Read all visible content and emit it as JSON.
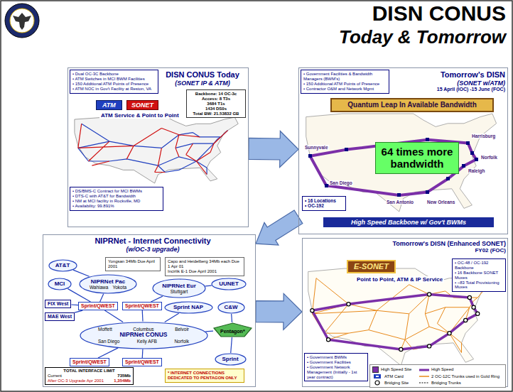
{
  "diagram": {
    "title": "DISN CONUS",
    "nodes": [
      {
        "text": [
          "DISN CONUS Today",
          "(SONET IP & ATM)"
        ]
      },
      {
        "text": [
          "• Dual OC-3C Backbone",
          "• ATM Switches in MCI BWM Facilities",
          "• 150 Additional ATM Points of Presence",
          "• ATM NOC in Gov't Facility at Reston, VA"
        ],
        "in": 0
      },
      {
        "text": [
          "ATM"
        ],
        "in": 0
      },
      {
        "text": [
          "SONET"
        ],
        "in": 0
      },
      {
        "text": [
          "Backbone: 14 OC-3c",
          "Access: 8 T3s",
          "3684 T1s",
          "1434 DS0s",
          "Total BW: 21.53832 GB"
        ],
        "in": 0
      },
      {
        "text": [
          "• DS/BMS-C Contract for MCI BWMs",
          "• DTS-C with AT&T for Bandwidth",
          "• NM at MCI facility in Rockville, MD",
          "• Availability: 99.891%"
        ],
        "in": 0
      },
      {
        "text": [
          "Tomorrow's DISN",
          "(SONET w/ATM)",
          "15 April (IOC) -15 June (FOC)"
        ]
      },
      {
        "text": [
          "• Government Facilities & Bandwidth Managers (BWM's)",
          "• 150 Additional ATM Points of Presence",
          "• Contractor O&M and Network Mgmt"
        ],
        "in": 6
      },
      {
        "text": [
          "Quantum Leap In Available Bandwidth"
        ],
        "in": 6
      },
      {
        "text": [
          "64 times more bandwidth"
        ],
        "in": 6
      },
      {
        "text": [
          "• 16 Locations",
          "• OC-192"
        ],
        "in": 6
      },
      {
        "text": [
          "High Speed Backbone w/ Gov't BWMs"
        ],
        "in": 6
      },
      {
        "text": [
          "NIPRNet - Internet Connectivity",
          "(w/OC-3 upgrade)"
        ]
      },
      {
        "text": [
          "AT&T"
        ],
        "in": 12
      },
      {
        "text": [
          "UUNET"
        ],
        "in": 12
      },
      {
        "text": [
          "NIPRNet Pac",
          "Wahiawa",
          "Yokota"
        ],
        "in": 12
      },
      {
        "text": [
          "NIPRNet Eur",
          "Stuttgart"
        ],
        "in": 12
      },
      {
        "text": [
          "MCI"
        ],
        "in": 12
      },
      {
        "text": [
          "FIX West"
        ],
        "in": 12
      },
      {
        "text": [
          "MAE West"
        ],
        "in": 12
      },
      {
        "text": [
          "Sprint/QWEST"
        ],
        "in": 12
      },
      {
        "text": [
          "Sprint/QWEST"
        ],
        "in": 12
      },
      {
        "text": [
          "Sprint NAP"
        ],
        "in": 12
      },
      {
        "text": [
          "C&W"
        ],
        "in": 12
      },
      {
        "text": [
          "Moffett",
          "Columbus",
          "Belvoir",
          "NIPRNet CONUS",
          "San Diego",
          "Kelly AFB",
          "Norfolk"
        ],
        "in": 12
      },
      {
        "text": [
          "Pentagon*"
        ],
        "in": 12
      },
      {
        "text": [
          "Sprint/QWEST"
        ],
        "in": 12
      },
      {
        "text": [
          "Sprint/QWEST"
        ],
        "in": 12
      },
      {
        "text": [
          "Sprint"
        ],
        "in": 12
      },
      {
        "text": [
          "TOTAL INTERFACE LIMIT",
          "Current",
          "735Mb",
          "After OC-3 Upgrade Apr 2001",
          "1,354Mb"
        ],
        "in": 12
      },
      {
        "text": [
          "Yongsan 34Mb Due April 2001"
        ],
        "in": 12
      },
      {
        "text": [
          "Capo and Heidelberg 34Mb each Due 1 Apr 01",
          "Incirlik E-1 Due April 2001"
        ],
        "in": 12
      },
      {
        "text": [
          "* INTERNET CONNECTIONS DEDICATED TO PENTAGON ONLY"
        ],
        "in": 12
      },
      {
        "text": [
          "Tomorrow's DISN (Enhanced SONET)",
          "FY02 (FOC)"
        ]
      },
      {
        "text": [
          "E-SONET"
        ],
        "in": 33
      },
      {
        "text": [
          "• OC-48 / OC-192 Backbone",
          "• 16 Backbone SONET Muxes",
          "• ~83 Total Provisioning Muxes"
        ],
        "in": 33
      },
      {
        "text": [
          "• Government BWMs",
          "• Government Facilities",
          "• Government Network Management (Initially - 1st year contract)"
        ],
        "in": 33
      }
    ],
    "edges": [
      {
        "from": 0,
        "to": 6,
        "arrow": "to"
      },
      {
        "from": 6,
        "to": 12,
        "arrow": "to"
      },
      {
        "from": 12,
        "to": 33,
        "arrow": "to"
      },
      {
        "from": 13,
        "to": 15,
        "arrow": "none"
      },
      {
        "from": 14,
        "to": 16,
        "arrow": "none"
      },
      {
        "from": 15,
        "to": 20,
        "arrow": "none"
      },
      {
        "from": 16,
        "to": 21,
        "arrow": "none"
      },
      {
        "from": 17,
        "to": 20,
        "arrow": "none"
      },
      {
        "from": 18,
        "to": 20,
        "arrow": "none"
      },
      {
        "from": 19,
        "to": 20,
        "arrow": "none"
      },
      {
        "from": 20,
        "to": 24,
        "arrow": "none"
      },
      {
        "from": 21,
        "to": 24,
        "arrow": "none"
      },
      {
        "from": 22,
        "to": 24,
        "arrow": "none"
      },
      {
        "from": 23,
        "to": 25,
        "arrow": "none"
      },
      {
        "from": 24,
        "to": 25,
        "arrow": "none"
      },
      {
        "from": 26,
        "to": 24,
        "arrow": "none"
      },
      {
        "from": 27,
        "to": 24,
        "arrow": "none"
      },
      {
        "from": 28,
        "to": 25,
        "arrow": "none"
      }
    ],
    "labels": [
      "Today & Tomorrow",
      "ATM Service & Point to Point",
      "Sunnyvale",
      "San Diego",
      "Harrisburg",
      "Norfolk",
      "Raleigh",
      "San Antonio",
      "New Orleans",
      "Point to Point, ATM & IP Service"
    ],
    "legend": [
      {
        "text": "High Speed Site",
        "color": "#7b2fa8"
      },
      {
        "text": "ATM Card"
      },
      {
        "text": "Bridging Site"
      },
      {
        "text": "High Speed"
      },
      {
        "text": "2 OC-12C Trunks used in Gold Ring"
      },
      {
        "text": "Bridging Trunks"
      }
    ]
  }
}
